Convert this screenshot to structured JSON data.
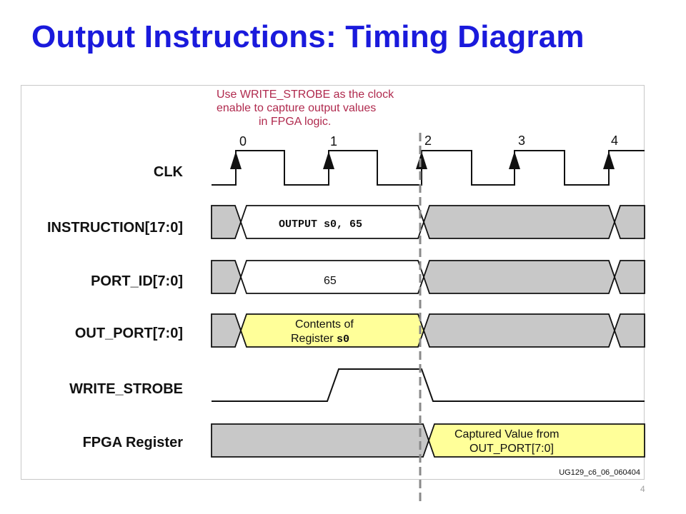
{
  "slide": {
    "title": "Output Instructions: Timing Diagram",
    "page_number": "4"
  },
  "annotation": {
    "lines": [
      "Use WRITE_STROBE as the clock",
      "enable to capture output values",
      "in FPGA logic."
    ],
    "color": "#b02a4e"
  },
  "clock_edges": [
    "0",
    "1",
    "2",
    "3",
    "4"
  ],
  "signals": {
    "clk": "CLK",
    "instruction": "INSTRUCTION[17:0]",
    "port_id": "PORT_ID[7:0]",
    "out_port": "OUT_PORT[7:0]",
    "write_strobe": "WRITE_STROBE",
    "fpga_register": "FPGA Register"
  },
  "values": {
    "instruction": "OUTPUT s0, 65",
    "port_id": "65",
    "out_port_line1": "Contents of",
    "out_port_line2_prefix": "Register ",
    "out_port_line2_code": "s0",
    "fpga_line1": "Captured Value from",
    "fpga_line2": "OUT_PORT[7:0]"
  },
  "figure_ref": "UG129_c6_06_060404",
  "colors": {
    "title": "#1a1adc",
    "bus_invalid": "#c8c8c8",
    "bus_highlight": "#ffff99",
    "bus_valid": "#ffffff"
  }
}
